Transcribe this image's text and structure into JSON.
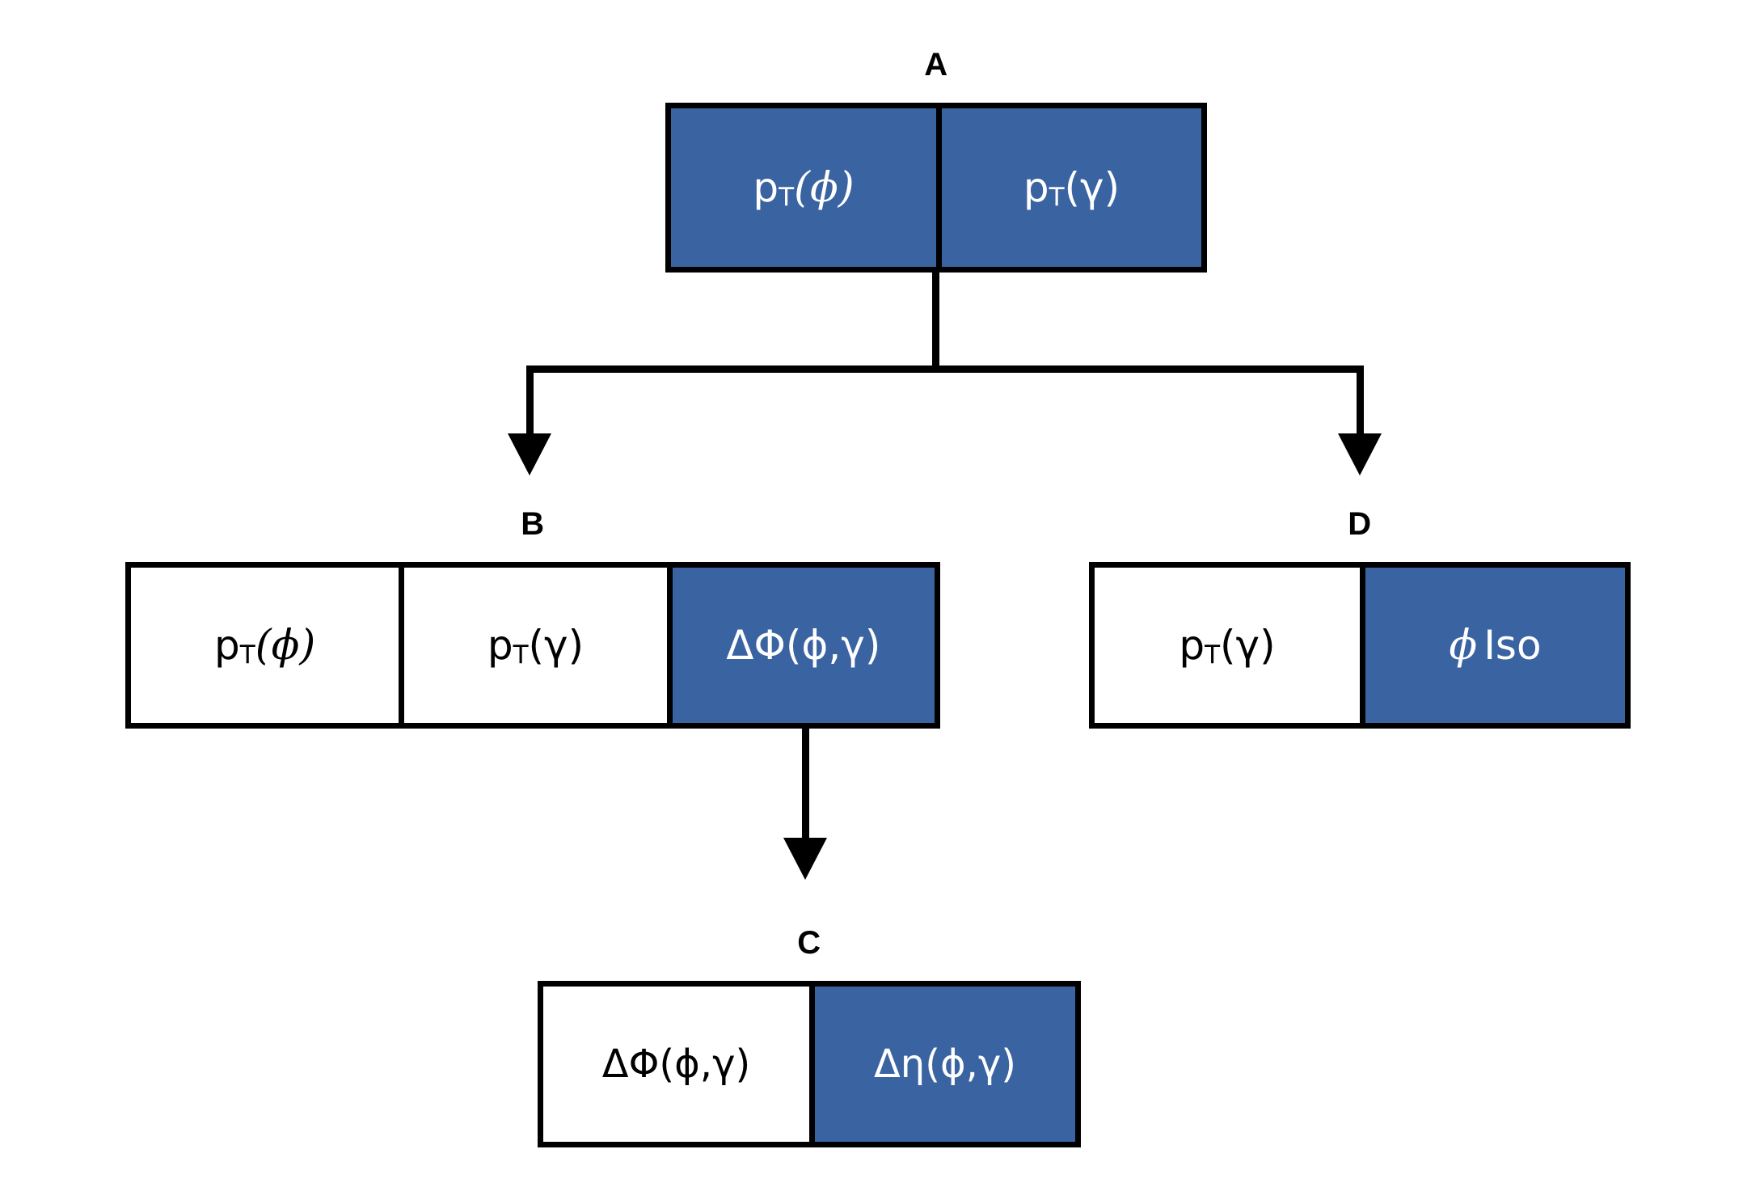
{
  "diagram": {
    "type": "flowchart",
    "background_color": "#ffffff",
    "accent_color": "#3a63a2",
    "line_color": "#000000",
    "groups": [
      {
        "id": "A",
        "label": "A",
        "cells": [
          {
            "text": "p",
            "sub": "T",
            "tail": "(ϕ)",
            "highlighted": true
          },
          {
            "text": "p",
            "sub": "T",
            "tail": "(γ)",
            "highlighted": true
          }
        ]
      },
      {
        "id": "B",
        "label": "B",
        "cells": [
          {
            "text": "p",
            "sub": "T",
            "tail": "(ϕ)",
            "highlighted": false
          },
          {
            "text": "p",
            "sub": "T",
            "tail": "(γ)",
            "highlighted": false
          },
          {
            "text": "ΔΦ(ϕ,γ)",
            "sub": "",
            "tail": "",
            "highlighted": true
          }
        ]
      },
      {
        "id": "D",
        "label": "D",
        "cells": [
          {
            "text": "p",
            "sub": "T",
            "tail": "(γ)",
            "highlighted": false
          },
          {
            "text": "ϕ Iso",
            "sub": "",
            "tail": "",
            "highlighted": true
          }
        ]
      },
      {
        "id": "C",
        "label": "C",
        "cells": [
          {
            "text": "ΔΦ(ϕ,γ)",
            "sub": "",
            "tail": "",
            "highlighted": false
          },
          {
            "text": "Δη(ϕ,γ)",
            "sub": "",
            "tail": "",
            "highlighted": true
          }
        ]
      }
    ],
    "connections": [
      {
        "from": "A",
        "to": "B",
        "style": "elbow-arrow"
      },
      {
        "from": "A",
        "to": "D",
        "style": "elbow-arrow"
      },
      {
        "from": "B",
        "to": "C",
        "style": "straight-arrow"
      }
    ]
  }
}
